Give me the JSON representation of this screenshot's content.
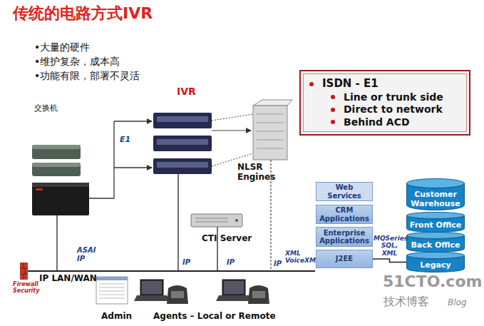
{
  "diagram": {
    "title": "传统的电路方式IVR",
    "nodes": [
      {
        "text": [
          "ISDN - E1",
          "Line or trunk side",
          "Direct to network",
          "Behind ACD"
        ]
      },
      {
        "text": [
          "Web Services"
        ]
      },
      {
        "text": [
          "CRM Applications"
        ]
      },
      {
        "text": [
          "Enterprise Applications"
        ]
      },
      {
        "text": [
          "J2EE"
        ]
      },
      {
        "text": [
          "Customer Warehouse"
        ]
      },
      {
        "text": [
          "Front Office"
        ]
      },
      {
        "text": [
          "Back Office"
        ]
      },
      {
        "text": [
          "Legacy"
        ]
      }
    ],
    "edges": [
      {
        "from": 4,
        "to": 8,
        "arrow": "none",
        "label": "MQSeries SQL, XML"
      }
    ],
    "labels": [
      "•大量的硬件",
      "•维护复杂，成本高",
      "•功能有限，部署不灵活",
      "交换机",
      "IVR",
      "E1",
      "NLSR Engines",
      "CTI Server",
      "ASAI IP",
      "IP",
      "IP",
      "XML VoiceXML",
      "IP",
      "IP LAN/WAN",
      "Firewall Security",
      "Admin",
      "Agents – Local or Remote",
      "51CTO.com",
      "技术博客",
      "Blog"
    ]
  }
}
